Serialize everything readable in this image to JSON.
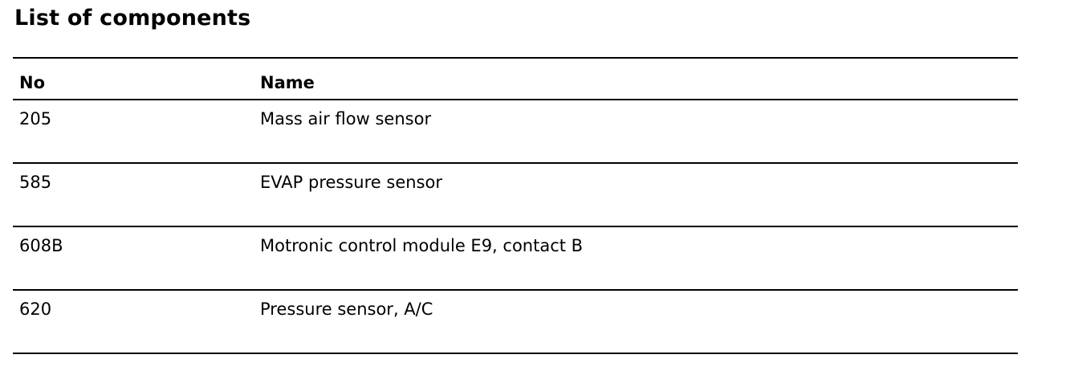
{
  "title": "List of components",
  "table": {
    "headers": {
      "no": "No",
      "name": "Name"
    },
    "rows": [
      {
        "no": "205",
        "name": "Mass air flow sensor"
      },
      {
        "no": "585",
        "name": "EVAP pressure sensor"
      },
      {
        "no": "608B",
        "name": "Motronic control module E9, contact B"
      },
      {
        "no": "620",
        "name": "Pressure sensor, A/C"
      }
    ]
  }
}
